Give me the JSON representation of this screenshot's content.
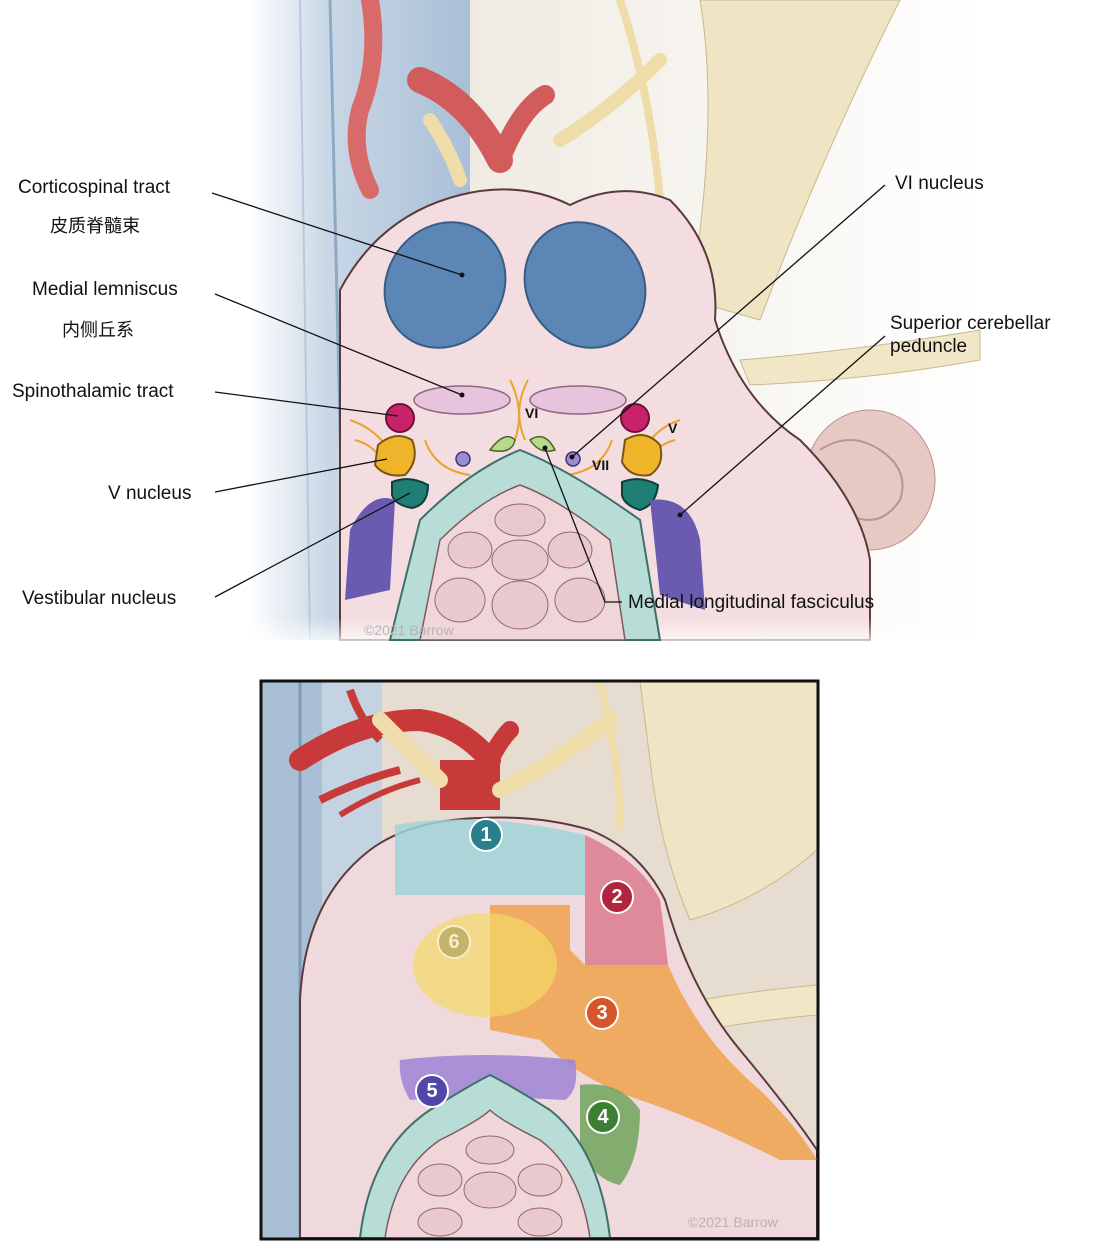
{
  "top_panel": {
    "labels": {
      "corticospinal_en": "Corticospinal tract",
      "corticospinal_cn": "皮质脊髓束",
      "medial_lemniscus_en": "Medial lemniscus",
      "medial_lemniscus_cn": "内侧丘系",
      "spinothalamic": "Spinothalamic tract",
      "v_nucleus": "V nucleus",
      "vestibular": "Vestibular nucleus",
      "vi_nucleus": "VI nucleus",
      "scp_line1": "Superior cerebellar",
      "scp_line2": "peduncle",
      "mlf": "Medial longitudinal fasciculus",
      "vi_small": "VI",
      "vii_small": "VII",
      "v_small": "V"
    },
    "copyright": "©2021 Barrow"
  },
  "bottom_panel": {
    "zones": [
      {
        "number": "1",
        "color": "#2a7f8c"
      },
      {
        "number": "2",
        "color": "#b3243f"
      },
      {
        "number": "3",
        "color": "#d6552a"
      },
      {
        "number": "4",
        "color": "#3e7f35"
      },
      {
        "number": "5",
        "color": "#5047a8"
      },
      {
        "number": "6",
        "color": "#9c9650"
      }
    ],
    "copyright": "©2021 Barrow"
  },
  "colors": {
    "corticospinal": "#5b86b5",
    "medial_lemniscus": "#e8c3dd",
    "spinothalamic": "#c8226a",
    "v_nucleus": "#f0b42a",
    "vestibular": "#1f7f74",
    "scp": "#6a5bb0",
    "pons": "#f3dde0"
  }
}
